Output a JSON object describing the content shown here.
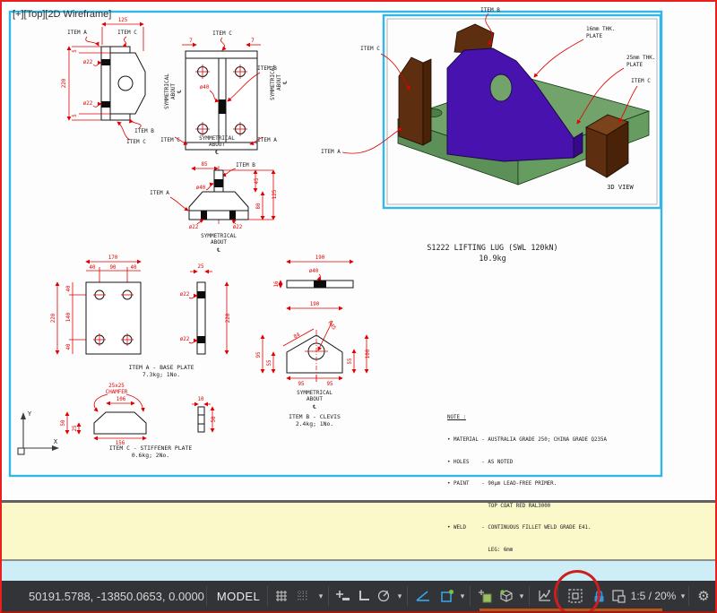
{
  "viewport_controls": {
    "label": "[+][Top][2D Wireframe]"
  },
  "labels": {
    "item_a": "ITEM A",
    "item_b": "ITEM B",
    "item_c": "ITEM C",
    "symmetrical": "SYMMETRICAL",
    "about": "ABOUT",
    "centerline": "℄",
    "dia22": "ø22",
    "dia40": "ø40",
    "r45": "R45"
  },
  "dims": {
    "d125": "125",
    "d220": "220",
    "d5": "5",
    "d7": "7",
    "d85": "85",
    "d45": "45",
    "d80": "80",
    "d170": "170",
    "d40": "40",
    "d90": "90",
    "d140": "140",
    "d25": "25",
    "d190": "190",
    "d16": "16",
    "d84": "84",
    "d95": "95",
    "d55": "55",
    "d100": "100",
    "chamfer": "25x25",
    "chamfer_word": "CHAMFER",
    "d106": "106",
    "d50": "50",
    "d156": "156",
    "d10": "10"
  },
  "captions": {
    "item_a_title": "ITEM A - BASE PLATE",
    "item_a_sub": "7.3kg; 1No.",
    "item_b_title": "ITEM B - CLEVIS",
    "item_b_sub": "2.4kg; 1No.",
    "item_c_title": "ITEM C - STIFFENER PLATE",
    "item_c_sub": "0.6kg; 2No."
  },
  "axis": {
    "x": "X",
    "y": "Y"
  },
  "view3d": {
    "label": "3D VIEW",
    "thk16_line1": "16mm THK.",
    "thk16_line2": "PLATE",
    "thk25_line1": "25mm THK.",
    "thk25_line2": "PLATE"
  },
  "title": {
    "line1": "S1222 LIFTING LUG (SWL 120kN)",
    "line2": "10.9kg"
  },
  "notes": {
    "heading": "NOTE :",
    "line1": "• MATERIAL - AUSTRALIA GRADE 250; CHINA GRADE Q235A",
    "line2": "• HOLES    - AS NOTED",
    "line3": "• PAINT    - 90μm LEAD-FREE PRIMER.",
    "line4": "             TOP COAT RED RAL3000",
    "line5": "• WELD     - CONTINUOUS FILLET WELD GRADE E41.",
    "line6": "             LEG: 6mm"
  },
  "statusbar": {
    "coordinates": "50191.5788, -13850.0653, 0.0000",
    "model_label": "MODEL",
    "scale_label": "1:5 / 20%",
    "caret": "▾",
    "gear": "⚙"
  },
  "colors": {
    "dim_red": "#e00000",
    "outline_black": "#151515",
    "viewport_cyan": "#35b6e9",
    "base_green": "#71a36b",
    "gusset_purple": "#4712ad",
    "stiffener_brown": "#5e2e10",
    "annotation_red": "#cf1d1d",
    "statusbar_bg": "#333437",
    "icon_blue": "#38a3e2",
    "icon_green": "#8fbf52",
    "band_yellow": "#fbf8c9",
    "band_cyan": "#cdeef6",
    "border_red": "#ea1f1f"
  }
}
